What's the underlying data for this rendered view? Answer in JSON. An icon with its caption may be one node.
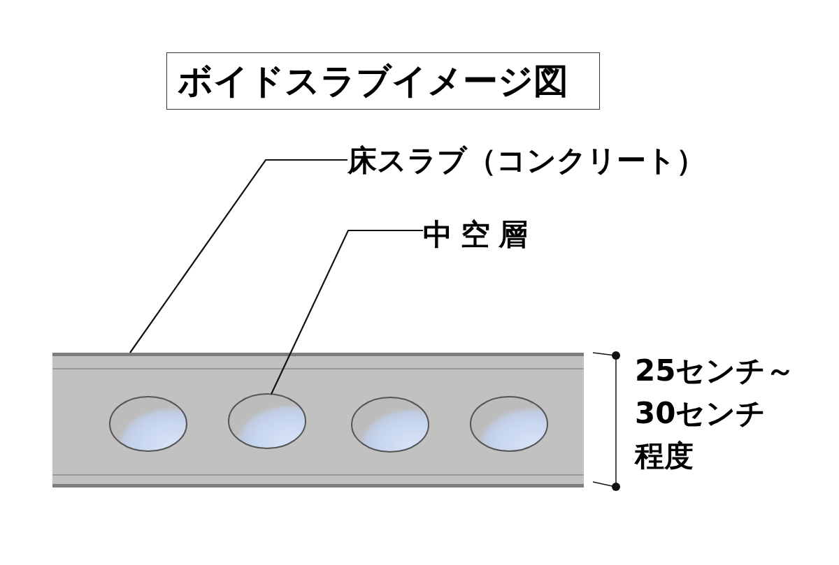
{
  "diagram": {
    "title": "ボイドスラブイメージ図",
    "nodes": [
      {
        "text": [
          "床スラブ（コンクリート）"
        ]
      },
      {
        "text": [
          "中空層"
        ]
      },
      {
        "text": [],
        "shape": "box"
      },
      {
        "text": [],
        "shape": "ellipse",
        "in": 2
      },
      {
        "text": [],
        "shape": "ellipse",
        "in": 2
      },
      {
        "text": [],
        "shape": "ellipse",
        "in": 2
      },
      {
        "text": [],
        "shape": "ellipse",
        "in": 2
      }
    ],
    "edges": [
      {
        "from": 0,
        "to": 2,
        "arrow": "none"
      },
      {
        "from": 1,
        "to": 4,
        "arrow": "none"
      }
    ],
    "labels": [
      "25センチ～30センチ程度"
    ]
  }
}
